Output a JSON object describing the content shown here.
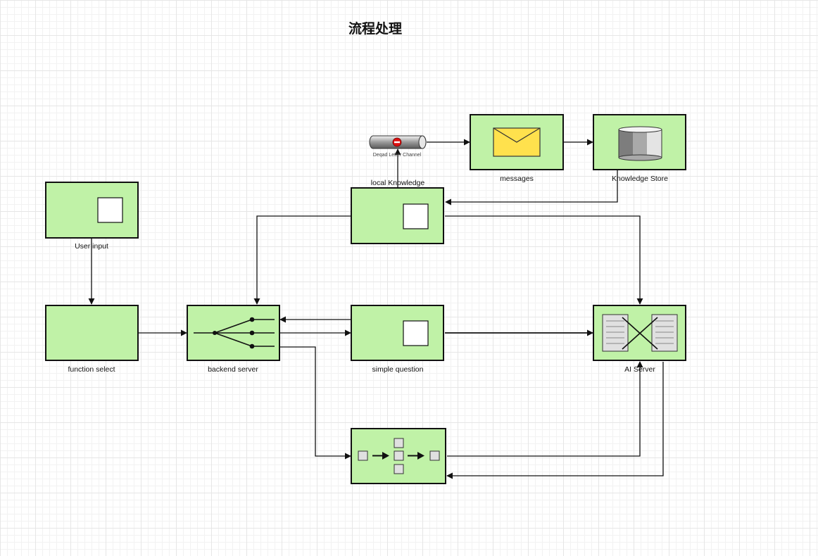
{
  "diagram": {
    "title": "流程处理",
    "colors": {
      "node_fill": "#c0f2a7",
      "node_stroke": "#111111",
      "envelope_fill": "#ffe14d",
      "grid_line": "#e6e6e6"
    },
    "nodes": {
      "user_input": {
        "label": "User input",
        "icon": "square-icon"
      },
      "function_select": {
        "label": "function select",
        "icon": "none"
      },
      "backend_server": {
        "label": "backend server",
        "icon": "recipient-list-icon"
      },
      "local_knowledge": {
        "label": "local Knowledge",
        "icon": "square-icon"
      },
      "dead_letter_channel": {
        "label": "Deqad Letter Channel",
        "icon": "dead-letter-pipe-icon"
      },
      "messages": {
        "label": "messages",
        "icon": "envelope-icon"
      },
      "knowledge_store": {
        "label": "Knowledge Store",
        "icon": "database-icon"
      },
      "simple_question": {
        "label": "simple question",
        "icon": "square-icon"
      },
      "ai_server": {
        "label": "AI Server",
        "icon": "message-translator-icon"
      },
      "process_manager": {
        "label": "",
        "icon": "process-manager-icon"
      }
    }
  }
}
